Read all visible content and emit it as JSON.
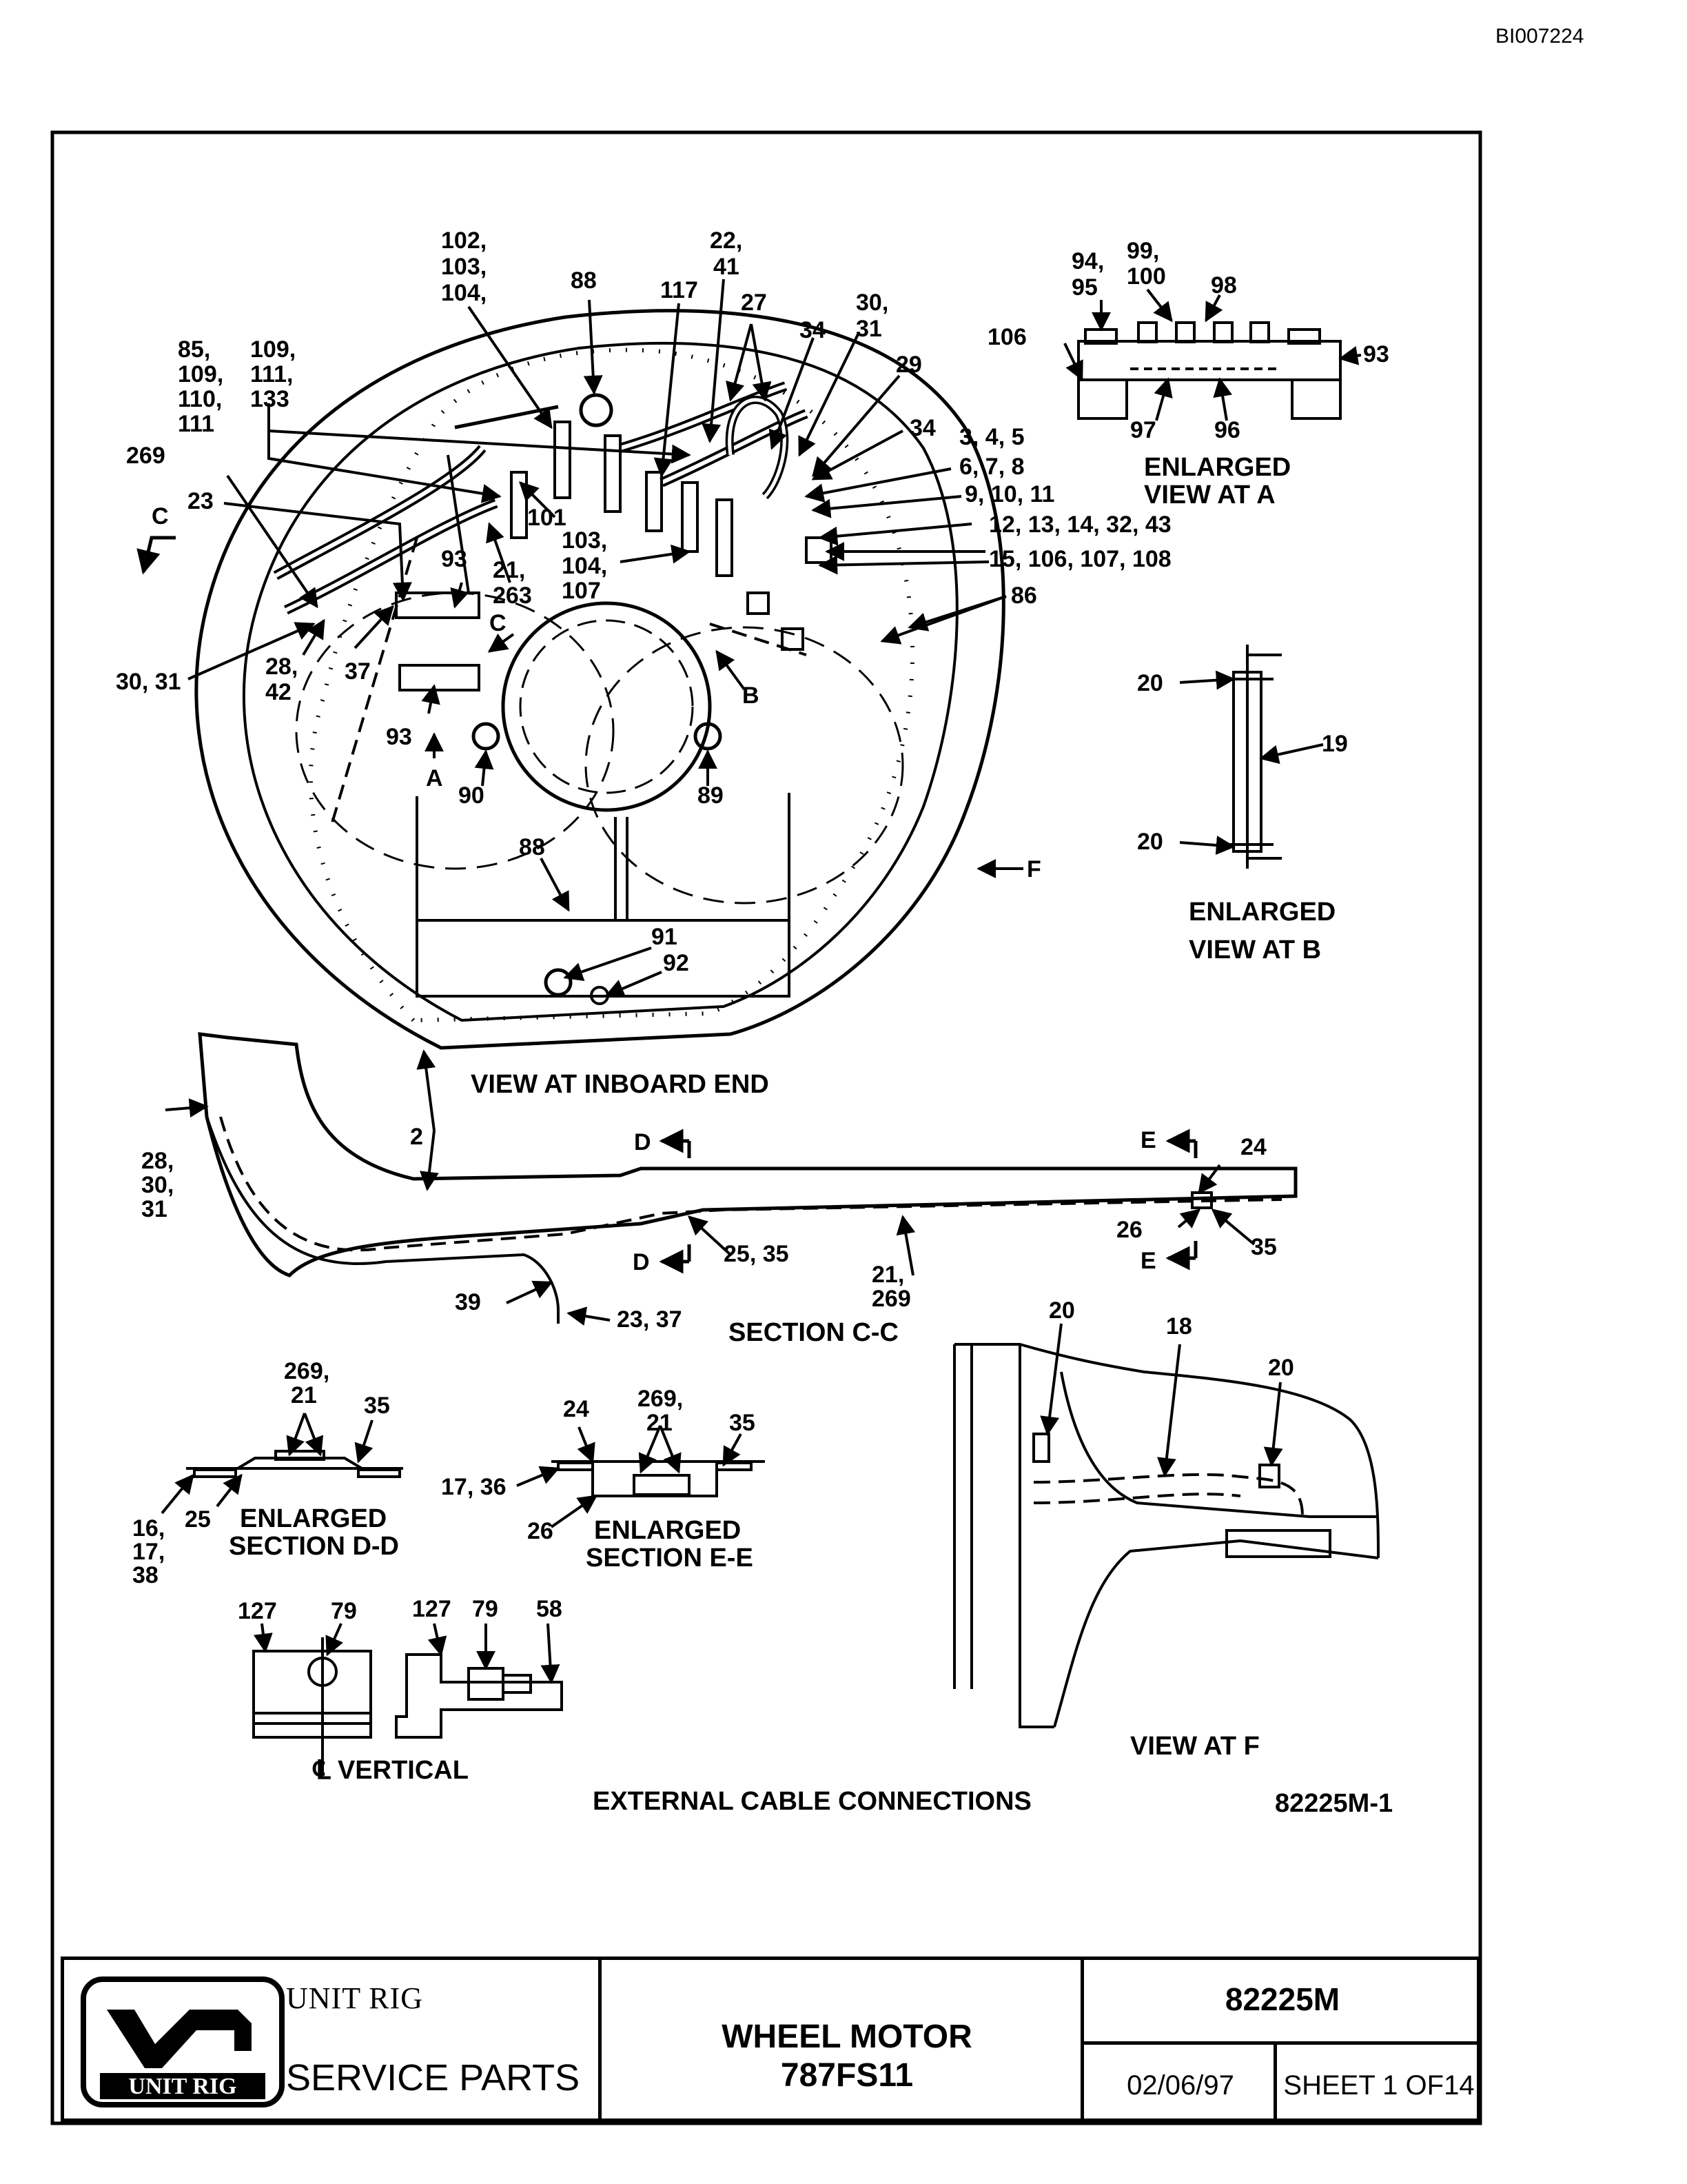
{
  "doc_id": "BI007224",
  "labels": {
    "l1": "102,",
    "l2": "103,",
    "l3": "104,",
    "l4": "22,",
    "l5": "41",
    "l6": "88",
    "l7": "117",
    "l8": "27",
    "l9": "30,",
    "l10": "31",
    "l11": "34",
    "l12": "29",
    "l13": "85,",
    "l14": "109,",
    "l15": "110,",
    "l16": "111",
    "l17": "109,",
    "l18": "111,",
    "l19": "133",
    "l20": "269",
    "l21": "23",
    "l22": "C",
    "l23": "34",
    "l24": "3, 4, 5",
    "l25": "6, 7, 8",
    "l26": "9, 10, 11",
    "l27": "12, 13, 14, 32, 43",
    "l28": "15, 106, 107, 108",
    "l29": "101",
    "l30": "103,",
    "l31": "104,",
    "l32": "107",
    "l33": "93",
    "l34": "21,",
    "l35": "263",
    "l36": "86",
    "l37": "C",
    "l38": "B",
    "l39": "30, 31",
    "l40": "28,",
    "l41": "42",
    "l42": "37",
    "l43": "93",
    "l44": "A",
    "l45": "90",
    "l46": "89",
    "l47": "88",
    "l48": "91",
    "l49": "92",
    "l50": "F",
    "a1": "94,",
    "a2": "95",
    "a3": "99,",
    "a4": "100",
    "a5": "98",
    "a6": "106",
    "a7": "93",
    "a8": "97",
    "a9": "96",
    "b1": "20",
    "b2": "19",
    "b3": "20",
    "s1": "2",
    "s2": "D",
    "s3": "E",
    "s4": "24",
    "s5": "28,",
    "s6": "30,",
    "s7": "31",
    "s8": "25, 35",
    "s9": "21,",
    "s10": "269",
    "s11": "26",
    "s12": "35",
    "s13": "D",
    "s14": "E",
    "s15": "39",
    "s16": "23, 37",
    "d1": "269,",
    "d2": "21",
    "d3": "35",
    "d4": "16,",
    "d5": "17,",
    "d6": "38",
    "d7": "25",
    "e1": "24",
    "e2": "269,",
    "e3": "21",
    "e4": "35",
    "e5": "17, 36",
    "e6": "26",
    "f1": "20",
    "f2": "18",
    "f3": "20",
    "v1": "127",
    "v2": "79",
    "v3": "127",
    "v4": "79",
    "v5": "58"
  },
  "captions": {
    "view_a": [
      "ENLARGED",
      "VIEW AT A"
    ],
    "view_b": [
      "ENLARGED",
      "VIEW AT B"
    ],
    "inboard": "VIEW AT INBOARD END",
    "section_cc": "SECTION C-C",
    "section_dd": [
      "ENLARGED",
      "SECTION D-D"
    ],
    "section_ee": [
      "ENLARGED",
      "SECTION E-E"
    ],
    "view_f": "VIEW AT F",
    "vertical": "℄ VERTICAL",
    "external": "EXTERNAL CABLE CONNECTIONS",
    "fig_id": "82225M-1"
  },
  "title_block": {
    "logo_text": "UNIT RIG",
    "company": "UNIT RIG",
    "section": "SERVICE PARTS",
    "title_line1": "WHEEL MOTOR",
    "title_line2": "787FS11",
    "drawing_number": "82225M",
    "date": "02/06/97",
    "sheet": "SHEET 1 OF14"
  }
}
